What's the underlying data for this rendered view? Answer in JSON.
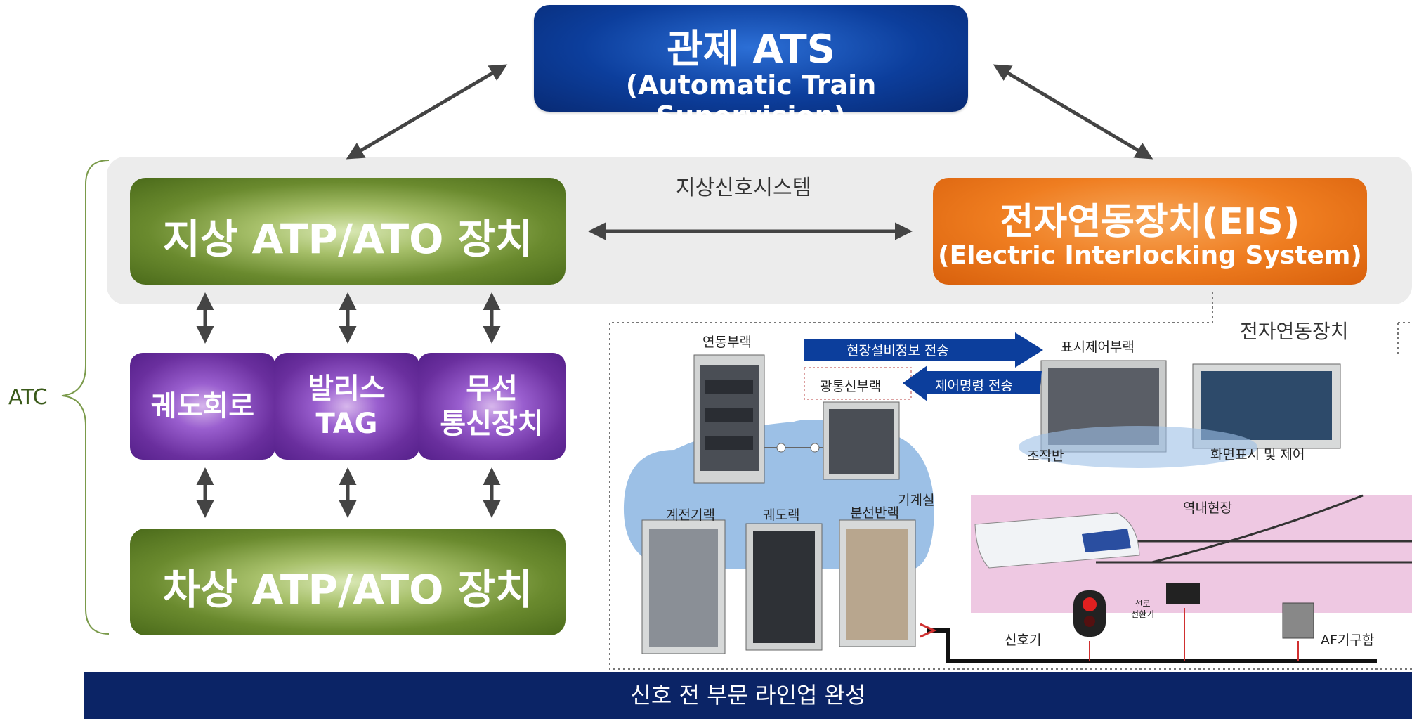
{
  "ats": {
    "title": "관제 ATS",
    "subtitle": "(Automatic Train Supervision)"
  },
  "ground_system_label": "지상신호시스템",
  "ground_atp": "지상 ATP/ATO 장치",
  "eis": {
    "title": "전자연동장치(EIS)",
    "subtitle": "(Electric Interlocking System)"
  },
  "middle_devices": [
    {
      "lines": [
        "궤도회로"
      ]
    },
    {
      "lines": [
        "발리스",
        "TAG"
      ]
    },
    {
      "lines": [
        "무선",
        "통신장치"
      ]
    }
  ],
  "onboard_atp": "차상 ATP/ATO 장치",
  "atc_label": "ATC",
  "eis_detail": {
    "section_label": "전자연동장치",
    "interlock_rack": "연동부랙",
    "field_info_transfer": "현장설비정보 전송",
    "display_control_rack": "표시제어부랙",
    "control_command_transfer": "제어명령 전송",
    "optical_comm_rack": "광통신부랙",
    "operator_panel": "조작반",
    "screen_display_control": "화면표시 및 제어",
    "machine_room": "기계실",
    "relay_rack": "계전기랙",
    "track_rack": "궤도랙",
    "distribution_rack": "분선반랙",
    "station_field": "역내현장",
    "point_machine": [
      "선로",
      "전환기"
    ],
    "signal": "신호기",
    "af_track_device": "AF기구함"
  },
  "footer": "신호 전 부문 라인업 완성",
  "colors": {
    "ats_blue": "#0c3e9c",
    "green": "#6a8a2e",
    "orange": "#ef7d20",
    "purple": "#6a2f9e",
    "footer_navy": "#0b2466",
    "panel_gray": "#ececec",
    "arrow_gray": "#444444"
  }
}
